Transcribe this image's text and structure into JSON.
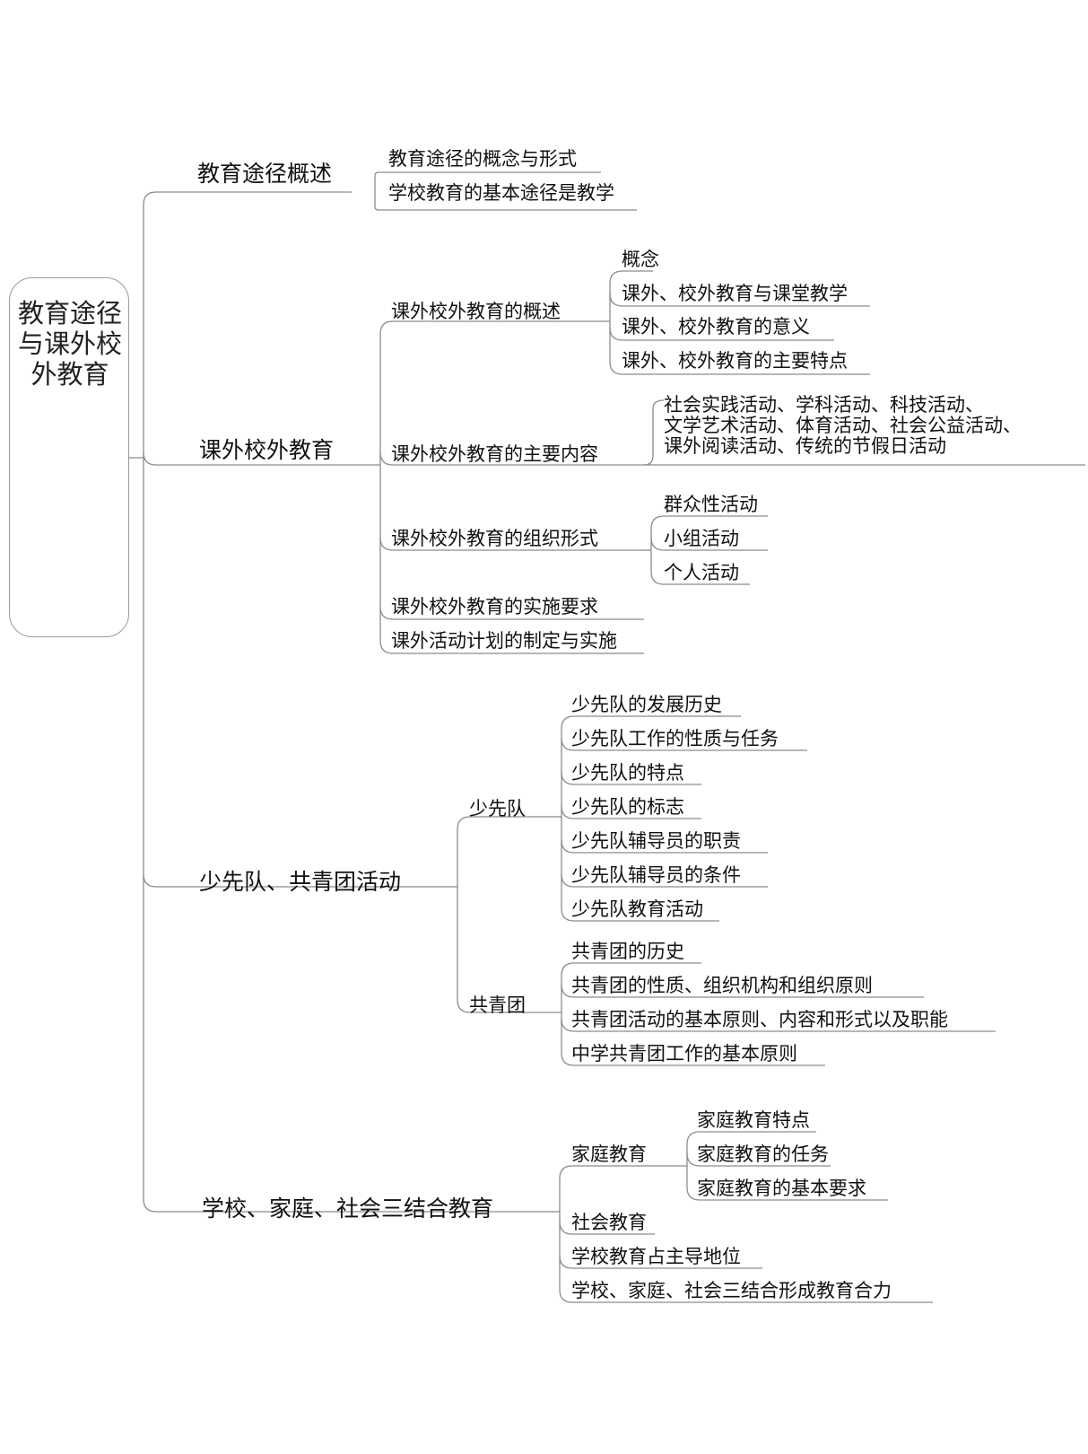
{
  "root": {
    "label": "教育途径与课外校外教育"
  },
  "branches": {
    "b1": {
      "label": "教育途径概述",
      "children": [
        "教育途径的概念与形式",
        "学校教育的基本途径是教学"
      ]
    },
    "b2": {
      "label": "课外校外教育",
      "concept": {
        "label": "课外校外教育的概述",
        "children": [
          "概念",
          "课外、校外教育与课堂教学",
          "课外、校外教育的意义",
          "课外、校外教育的主要特点"
        ]
      },
      "content": {
        "label": "课外校外教育的主要内容",
        "lines": [
          "社会实践活动、学科活动、科技活动、",
          "文学艺术活动、体育活动、社会公益活动、",
          "课外阅读活动、传统的节假日活动"
        ]
      },
      "forms": {
        "label": "课外校外教育的组织形式",
        "children": [
          "群众性活动",
          "小组活动",
          "个人活动"
        ]
      },
      "requirements": "课外校外教育的实施要求",
      "plan": "课外活动计划的制定与实施"
    },
    "b3": {
      "label": "少先队、共青团活动",
      "pioneers": {
        "label": "少先队",
        "children": [
          "少先队的发展历史",
          "少先队工作的性质与任务",
          "少先队的特点",
          "少先队的标志",
          "少先队辅导员的职责",
          "少先队辅导员的条件",
          "少先队教育活动"
        ]
      },
      "league": {
        "label": "共青团",
        "children": [
          "共青团的历史",
          "共青团的性质、组织机构和组织原则",
          "共青团活动的基本原则、内容和形式以及职能",
          "中学共青团工作的基本原则"
        ]
      }
    },
    "b4": {
      "label": "学校、家庭、社会三结合教育",
      "family": {
        "label": "家庭教育",
        "children": [
          "家庭教育特点",
          "家庭教育的任务",
          "家庭教育的基本要求"
        ]
      },
      "society": "社会教育",
      "leading": "学校教育占主导地位",
      "combined": "学校、家庭、社会三结合形成教育合力"
    }
  },
  "colors": {
    "line": "#8c8c8c",
    "text": "#111111",
    "border": "#9a9a9a"
  }
}
